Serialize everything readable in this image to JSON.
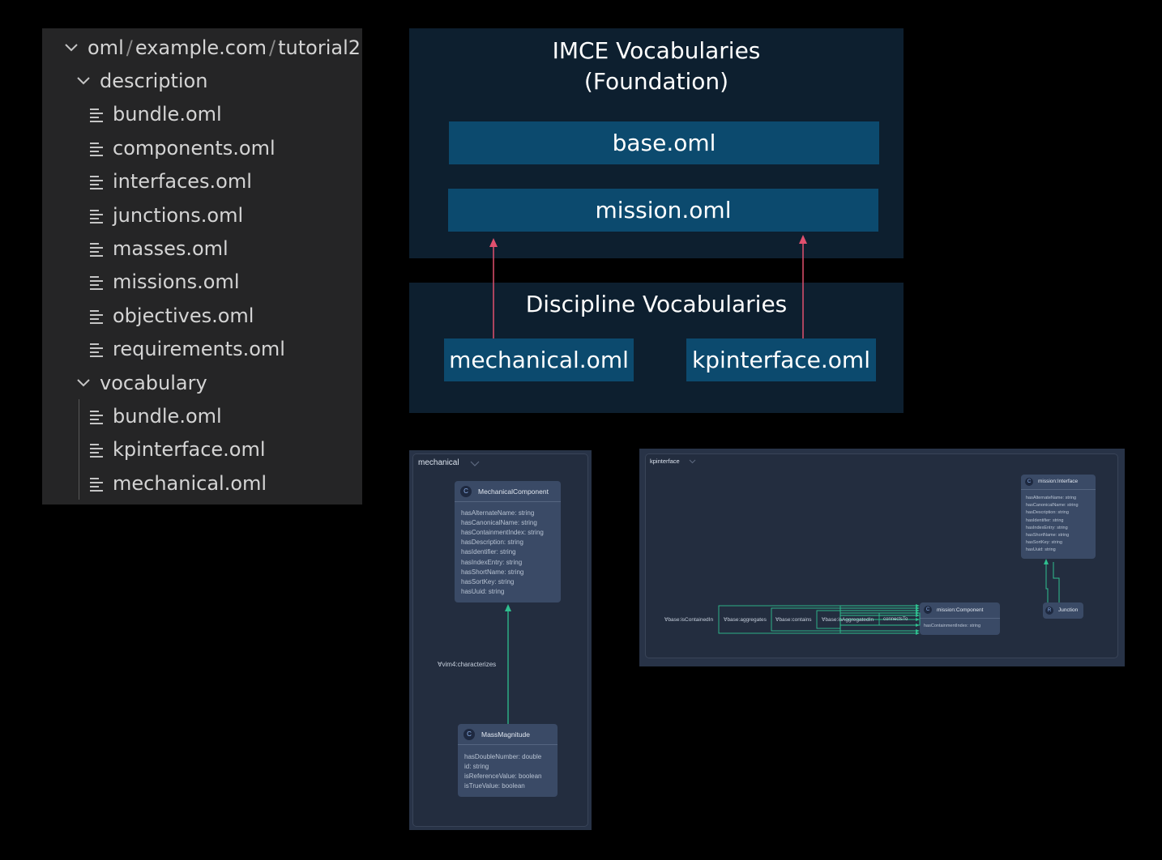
{
  "explorer": {
    "root": {
      "segments": [
        "oml",
        "example.com",
        "tutorial2"
      ],
      "separator": "/"
    },
    "folders": [
      {
        "label": "description",
        "files": [
          "bundle.oml",
          "components.oml",
          "interfaces.oml",
          "junctions.oml",
          "masses.oml",
          "missions.oml",
          "objectives.oml",
          "requirements.oml"
        ]
      },
      {
        "label": "vocabulary",
        "files": [
          "bundle.oml",
          "kpinterface.oml",
          "mechanical.oml"
        ]
      }
    ]
  },
  "foundation": {
    "title_line1": "IMCE Vocabularies",
    "title_line2": "(Foundation)",
    "items": [
      "base.oml",
      "mission.oml"
    ]
  },
  "discipline": {
    "title": "Discipline Vocabularies",
    "items": [
      "mechanical.oml",
      "kpinterface.oml"
    ],
    "arrow_color": "#e0506e"
  },
  "mechanical_diagram": {
    "title": "mechanical",
    "nodes": [
      {
        "badge": "C",
        "name": "MechanicalComponent",
        "props": [
          "hasAlternateName: string",
          "hasCanonicalName: string",
          "hasContainmentIndex: string",
          "hasDescription: string",
          "hasIdentifier: string",
          "hasIndexEntry: string",
          "hasShortName: string",
          "hasSortKey: string",
          "hasUuid: string"
        ]
      },
      {
        "badge": "C",
        "name": "MassMagnitude",
        "props": [
          "hasDoubleNumber: double",
          "id: string",
          "isReferenceValue: boolean",
          "isTrueValue: boolean"
        ]
      }
    ],
    "edge_label": "∀vim4:characterizes",
    "edge_color": "#2fbf8f"
  },
  "kpinterface_diagram": {
    "title": "kpinterface",
    "interface_node": {
      "badge": "C",
      "name": "mission:Interface",
      "props": [
        "hasAlternateName: string",
        "hasCanonicalName: string",
        "hasDescription: string",
        "hasIdentifier: string",
        "hasIndexEntry: string",
        "hasShortName: string",
        "hasSortKey: string",
        "hasUuid: string"
      ]
    },
    "component_node": {
      "badge": "C",
      "name": "mission:Component",
      "props": [
        "hasContainmentIndex: string"
      ]
    },
    "junction_node": {
      "badge": "R",
      "name": "Junction"
    },
    "edge_labels": [
      "∀base:isContainedIn",
      "∀base:aggregates",
      "∀base:contains",
      "∀base:isAggregatedIn",
      "connectsTo"
    ],
    "edge_color": "#2fbf8f"
  }
}
